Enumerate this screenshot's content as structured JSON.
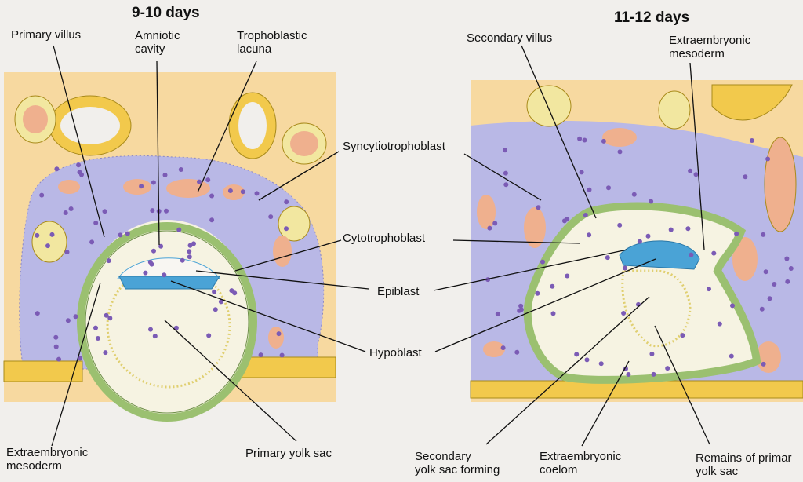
{
  "stage_left": {
    "title": "9-10 days"
  },
  "stage_right": {
    "title": "11-12 days"
  },
  "labels": {
    "primary_villus": "Primary villus",
    "amniotic_cavity": "Amniotic\ncavity",
    "trophoblastic_lacuna": "Trophoblastic\nlacuna",
    "syncytiotrophoblast": "Syncytiotrophoblast",
    "cytotrophoblast": "Cytotrophoblast",
    "epiblast": "Epiblast",
    "hypoblast": "Hypoblast",
    "extraembryonic_mesoderm_left": "Extraembryonic\nmesoderm",
    "primary_yolk_sac": "Primary yolk sac",
    "secondary_villus": "Secondary villus",
    "extraembryonic_mesoderm_right": "Extraembryonic\nmesoderm",
    "secondary_yolk_sac_forming": "Secondary\nyolk sac forming",
    "extraembryonic_coelom": "Extraembryonic\ncoelom",
    "remains_primary_yolk_sac": "Remains of primar\nyolk sac"
  },
  "colors": {
    "endometrium": "#f7d9a0",
    "syncytio": "#b9b8e6",
    "cyto": "#9bc070",
    "epiblast": "#4aa3d6",
    "gland": "#f2c94c",
    "lacuna": "#efb08e",
    "nucleus": "#7b5bb5"
  }
}
